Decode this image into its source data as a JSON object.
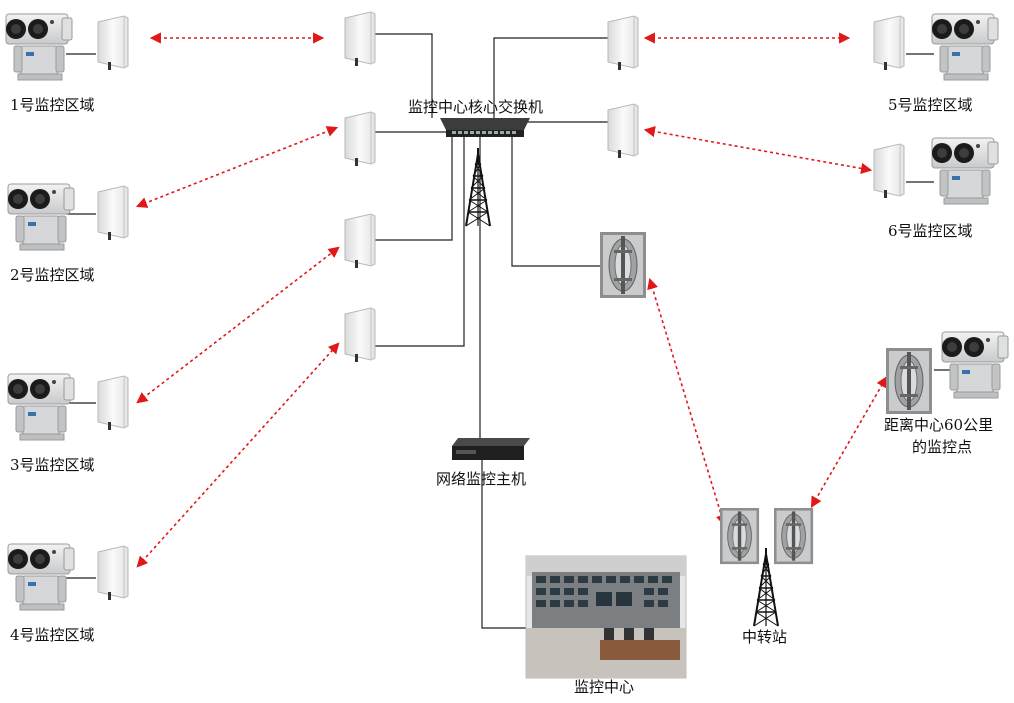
{
  "labels": {
    "area1": "1号监控区域",
    "area2": "2号监控区域",
    "area3": "3号监控区域",
    "area4": "4号监控区域",
    "area5": "5号监控区域",
    "area6": "6号监控区域",
    "switch": "监控中心核心交换机",
    "host": "网络监控主机",
    "center": "监控中心",
    "relay": "中转站",
    "remote_line1": "距离中心60公里",
    "remote_line2": "的监控点"
  },
  "colors": {
    "link_red": "#e01818",
    "wire": "#222222"
  }
}
